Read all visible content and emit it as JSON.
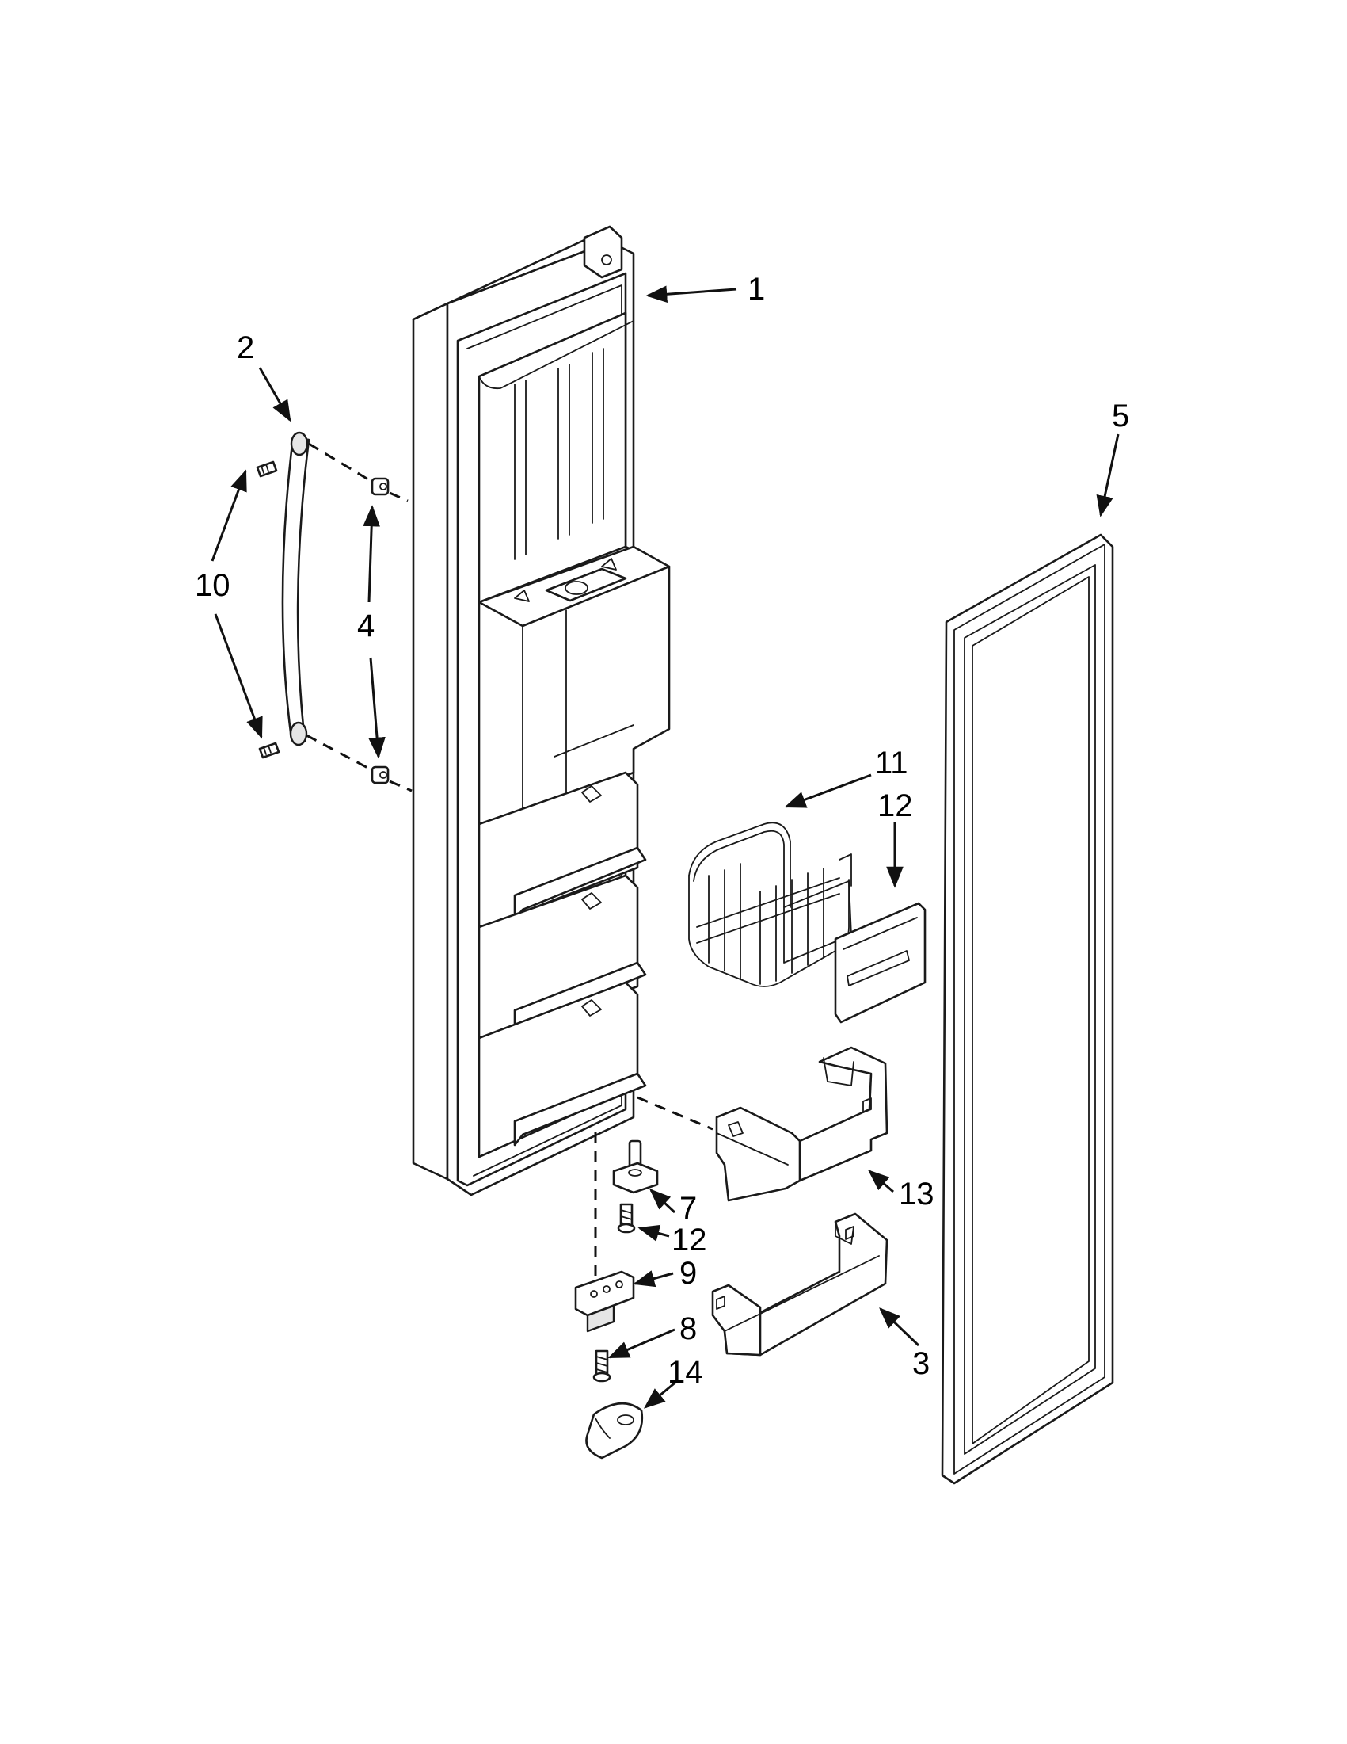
{
  "diagram": {
    "callouts": [
      {
        "id": "c1",
        "label": "1"
      },
      {
        "id": "c2",
        "label": "2"
      },
      {
        "id": "c3",
        "label": "3"
      },
      {
        "id": "c4",
        "label": "4"
      },
      {
        "id": "c5",
        "label": "5"
      },
      {
        "id": "c7",
        "label": "7"
      },
      {
        "id": "c8",
        "label": "8"
      },
      {
        "id": "c9",
        "label": "9"
      },
      {
        "id": "c10",
        "label": "10"
      },
      {
        "id": "c11",
        "label": "11"
      },
      {
        "id": "c12a",
        "label": "12"
      },
      {
        "id": "c12b",
        "label": "12"
      },
      {
        "id": "c13",
        "label": "13"
      },
      {
        "id": "c14",
        "label": "14"
      }
    ]
  }
}
